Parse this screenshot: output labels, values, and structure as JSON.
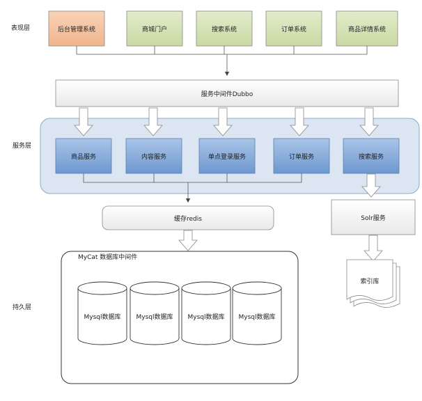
{
  "layers": {
    "presentation": "表现层",
    "service": "服务层",
    "persistence": "持久层"
  },
  "presentation_nodes": [
    "后台管理系统",
    "商城门户",
    "搜索系统",
    "订单系统",
    "商品详情系统"
  ],
  "middleware": "服务中间件Dubbo",
  "services": [
    "商品服务",
    "内容服务",
    "单点登录服务",
    "订单服务",
    "搜索服务"
  ],
  "cache": "缓存redis",
  "solr": "Solr服务",
  "index": "索引库",
  "mycat": "MyCat 数据库中间件",
  "databases": [
    "Mysql数据库",
    "Mysql数据库",
    "Mysql数据库",
    "Mysql数据库"
  ],
  "colors": {
    "admin_fill": "#F5C6A5",
    "app_fill": "#D8E4BC",
    "service_fill": "#7EA6D6",
    "service_panel": "#DCE6F2",
    "arrow_fill": "#ffffff"
  }
}
